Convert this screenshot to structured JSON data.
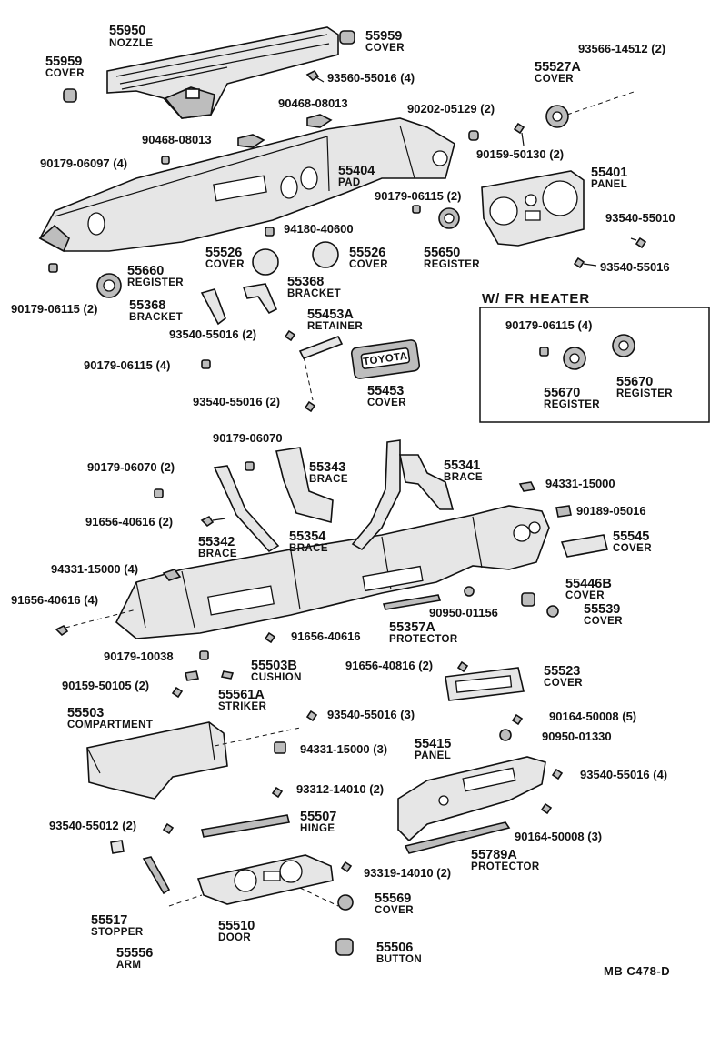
{
  "callouts": {
    "c55950": {
      "pn": "55950",
      "name": "NOZZLE"
    },
    "c55959a": {
      "pn": "55959",
      "name": "COVER"
    },
    "c55959b": {
      "pn": "55959",
      "name": "COVER"
    },
    "c93560": {
      "pn": "93560-55016 (4)"
    },
    "c93566": {
      "pn": "93566-14512 (2)"
    },
    "c55527A": {
      "pn": "55527A",
      "name": "COVER"
    },
    "c90468a": {
      "pn": "90468-08013"
    },
    "c90468b": {
      "pn": "90468-08013"
    },
    "c90202": {
      "pn": "90202-05129 (2)"
    },
    "c90179_06097": {
      "pn": "90179-06097 (4)"
    },
    "c55404": {
      "pn": "55404",
      "name": "PAD"
    },
    "c90159_50130": {
      "pn": "90159-50130 (2)"
    },
    "c55401": {
      "pn": "55401",
      "name": "PANEL"
    },
    "c90179_06115a": {
      "pn": "90179-06115 (2)"
    },
    "c94180": {
      "pn": "94180-40600"
    },
    "c93540_55010": {
      "pn": "93540-55010"
    },
    "c55526a": {
      "pn": "55526",
      "name": "COVER"
    },
    "c55526b": {
      "pn": "55526",
      "name": "COVER"
    },
    "c55650": {
      "pn": "55650",
      "name": "REGISTER"
    },
    "c93540_55016a": {
      "pn": "93540-55016"
    },
    "c55660": {
      "pn": "55660",
      "name": "REGISTER"
    },
    "c55368a": {
      "pn": "55368",
      "name": "BRACKET"
    },
    "c55368b": {
      "pn": "55368",
      "name": "BRACKET"
    },
    "c90179_06115b": {
      "pn": "90179-06115 (2)"
    },
    "c55453A": {
      "pn": "55453A",
      "name": "RETAINER"
    },
    "c93540_55016b": {
      "pn": "93540-55016 (2)"
    },
    "c90179_06115c": {
      "pn": "90179-06115 (4)"
    },
    "c55453": {
      "pn": "55453",
      "name": "COVER",
      "badge": "TOYOTA"
    },
    "c93540_55016c": {
      "pn": "93540-55016 (2)"
    },
    "c90179_06070a": {
      "pn": "90179-06070"
    },
    "c90179_06070b": {
      "pn": "90179-06070 (2)"
    },
    "c55343": {
      "pn": "55343",
      "name": "BRACE"
    },
    "c55341": {
      "pn": "55341",
      "name": "BRACE"
    },
    "c94331_15000a": {
      "pn": "94331-15000"
    },
    "c91656_40616a": {
      "pn": "91656-40616 (2)"
    },
    "c90189": {
      "pn": "90189-05016"
    },
    "c55342": {
      "pn": "55342",
      "name": "BRACE"
    },
    "c55354": {
      "pn": "55354",
      "name": "BRACE"
    },
    "c55545": {
      "pn": "55545",
      "name": "COVER"
    },
    "c94331_15000b": {
      "pn": "94331-15000 (4)"
    },
    "c55446B": {
      "pn": "55446B",
      "name": "COVER"
    },
    "c91656_40616b": {
      "pn": "91656-40616 (4)"
    },
    "c90950_01156": {
      "pn": "90950-01156"
    },
    "c55539": {
      "pn": "55539",
      "name": "COVER"
    },
    "c55357A": {
      "pn": "55357A",
      "name": "PROTECTOR"
    },
    "c91656_40616c": {
      "pn": "91656-40616"
    },
    "c90179_10038": {
      "pn": "90179-10038"
    },
    "c55503B": {
      "pn": "55503B",
      "name": "CUSHION"
    },
    "c91656_40816": {
      "pn": "91656-40816 (2)"
    },
    "c55523": {
      "pn": "55523",
      "name": "COVER"
    },
    "c90159_50105": {
      "pn": "90159-50105 (2)"
    },
    "c55561A": {
      "pn": "55561A",
      "name": "STRIKER"
    },
    "c55503": {
      "pn": "55503",
      "name": "COMPARTMENT"
    },
    "c93540_55016d": {
      "pn": "93540-55016 (3)"
    },
    "c90164_50008a": {
      "pn": "90164-50008 (5)"
    },
    "c94331_15000c": {
      "pn": "94331-15000 (3)"
    },
    "c55415": {
      "pn": "55415",
      "name": "PANEL"
    },
    "c90950_01330": {
      "pn": "90950-01330"
    },
    "c93540_55016e": {
      "pn": "93540-55016 (4)"
    },
    "c93312": {
      "pn": "93312-14010 (2)"
    },
    "c55507": {
      "pn": "55507",
      "name": "HINGE"
    },
    "c93540_55012": {
      "pn": "93540-55012 (2)"
    },
    "c90164_50008b": {
      "pn": "90164-50008 (3)"
    },
    "c55789A": {
      "pn": "55789A",
      "name": "PROTECTOR"
    },
    "c93319": {
      "pn": "93319-14010 (2)"
    },
    "c55569": {
      "pn": "55569",
      "name": "COVER"
    },
    "c55517": {
      "pn": "55517",
      "name": "STOPPER"
    },
    "c55510": {
      "pn": "55510",
      "name": "DOOR"
    },
    "c55556": {
      "pn": "55556",
      "name": "ARM"
    },
    "c55506": {
      "pn": "55506",
      "name": "BUTTON"
    }
  },
  "heater_box": {
    "title": "W/ FR HEATER",
    "c90179_06115": {
      "pn": "90179-06115 (4)"
    },
    "c55670a": {
      "pn": "55670",
      "name": "REGISTER"
    },
    "c55670b": {
      "pn": "55670",
      "name": "REGISTER"
    }
  },
  "reference_code": "MB  C478-D"
}
